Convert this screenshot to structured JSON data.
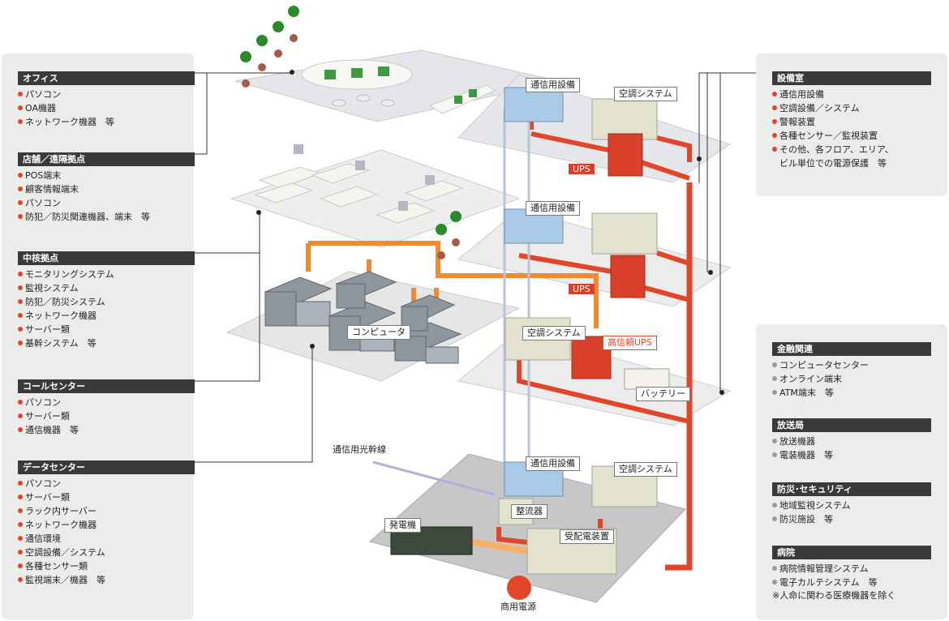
{
  "left_panel": {
    "sections": [
      {
        "title": "オフィス",
        "items": [
          "パソコン",
          "OA機器",
          "ネットワーク機器　等"
        ]
      },
      {
        "title": "店舗／遠隔拠点",
        "items": [
          "POS端末",
          "顧客情報端末",
          "パソコン",
          "防犯／防災関連機器、端末　等"
        ]
      },
      {
        "title": "中核拠点",
        "items": [
          "モニタリングシステム",
          "監視システム",
          "防犯／防災システム",
          "ネットワーク機器",
          "サーバー類",
          "基幹システム　等"
        ]
      },
      {
        "title": "コールセンター",
        "items": [
          "パソコン",
          "サーバー類",
          "通信機器　等"
        ]
      },
      {
        "title": "データセンター",
        "items": [
          "パソコン",
          "サーバー類",
          "ラック内サーバー",
          "ネットワーク機器",
          "通信環境",
          "空調設備／システム",
          "各種センサー類",
          "監視端末／機器　等"
        ]
      }
    ]
  },
  "equipment_room": {
    "title": "設備室",
    "items": [
      "通信用設備",
      "空調設備／システム",
      "警報装置",
      "各種センサー／監視装置",
      "その他、各フロア、エリア、"
    ],
    "continuation": "ビル単位での電源保護　等"
  },
  "right_panel": {
    "sections": [
      {
        "title": "金融関連",
        "items": [
          "コンピュータセンター",
          "オンライン端末",
          "ATM端末　等"
        ]
      },
      {
        "title": "放送局",
        "items": [
          "放送機器",
          "電装機器　等"
        ]
      },
      {
        "title": "防災･セキュリティ",
        "items": [
          "地域監視システム",
          "防災施設　等"
        ]
      },
      {
        "title": "病院",
        "items": [
          "病院情報管理システム",
          "電子カルテシステム　等"
        ],
        "note": "※人命に関わる医療機器を除く"
      }
    ]
  },
  "diagram_labels": {
    "comm_equipment_1": "通信用設備",
    "aircon_system_1": "空調システム",
    "ups_1": "UPS",
    "comm_equipment_2": "通信用設備",
    "ups_2": "UPS",
    "computer": "コンピュータ",
    "aircon_system_2": "空調システム",
    "high_reliability_ups": "高信頼UPS",
    "battery": "バッテリー",
    "optical_trunk_line": "通信用光幹線",
    "comm_equipment_3": "通信用設備",
    "aircon_system_3": "空調システム",
    "rectifier": "整流器",
    "generator": "発電機",
    "power_distribution": "受配電装置",
    "commercial_power": "商用電源"
  },
  "colors": {
    "accent_red": "#e2462a",
    "accent_orange": "#f08a30",
    "section_header": "#3a3a3a",
    "panel_background": "#ececec"
  }
}
